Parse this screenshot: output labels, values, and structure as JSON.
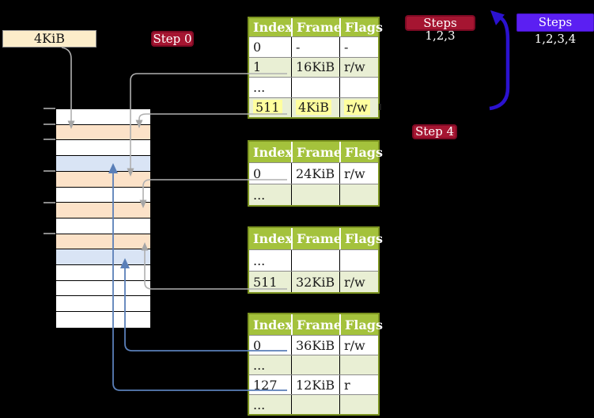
{
  "frame_label": {
    "text": "4KiB"
  },
  "badges": {
    "step0": {
      "text": "Step 0"
    },
    "steps123": {
      "text": "Steps 1,2,3"
    },
    "steps1234": {
      "text": "Steps 1,2,3,4"
    },
    "step4": {
      "text": "Step 4"
    }
  },
  "tables": [
    {
      "id": "page-table-1",
      "headers": [
        "Index",
        "Frame",
        "Flags"
      ],
      "rows": [
        {
          "index": "0",
          "frame": "-",
          "flags": "-",
          "shade": "off",
          "hl": "off"
        },
        {
          "index": "1",
          "frame": "16KiB",
          "flags": "r/w",
          "shade": "on",
          "hl": "off"
        },
        {
          "index": "...",
          "frame": "",
          "flags": "",
          "shade": "off",
          "hl": "off"
        },
        {
          "index": "511",
          "frame": "4KiB",
          "flags": "r/w",
          "shade": "on",
          "hl": "on"
        }
      ]
    },
    {
      "id": "page-table-2",
      "headers": [
        "Index",
        "Frame",
        "Flags"
      ],
      "rows": [
        {
          "index": "0",
          "frame": "24KiB",
          "flags": "r/w",
          "shade": "off",
          "hl": "off"
        },
        {
          "index": "...",
          "frame": "",
          "flags": "",
          "shade": "on",
          "hl": "off"
        }
      ]
    },
    {
      "id": "page-table-3",
      "headers": [
        "Index",
        "Frame",
        "Flags"
      ],
      "rows": [
        {
          "index": "...",
          "frame": "",
          "flags": "",
          "shade": "off",
          "hl": "off"
        },
        {
          "index": "511",
          "frame": "32KiB",
          "flags": "r/w",
          "shade": "on",
          "hl": "off"
        }
      ]
    },
    {
      "id": "page-table-4",
      "headers": [
        "Index",
        "Frame",
        "Flags"
      ],
      "rows": [
        {
          "index": "0",
          "frame": "36KiB",
          "flags": "r/w",
          "shade": "off",
          "hl": "off"
        },
        {
          "index": "...",
          "frame": "",
          "flags": "",
          "shade": "on",
          "hl": "off"
        },
        {
          "index": "127",
          "frame": "12KiB",
          "flags": "r",
          "shade": "off",
          "hl": "off"
        },
        {
          "index": "...",
          "frame": "",
          "flags": "",
          "shade": "on",
          "hl": "off"
        }
      ]
    }
  ],
  "memory_column": {
    "rows": [
      "white",
      "peach",
      "white",
      "blue",
      "peach",
      "white",
      "peach",
      "white",
      "peach",
      "blue",
      "white",
      "white",
      "white",
      "white"
    ],
    "tick_positions": [
      137,
      157,
      176,
      216,
      256,
      295
    ]
  },
  "colors": {
    "table_header_bg": "#a4c23c",
    "table_border": "#7c9420",
    "shaded_row": "#e9efd4",
    "highlight": "#ffff9e",
    "peach_frame": "#fce2c8",
    "blue_frame": "#d9e4f5",
    "frame_box_bg": "#fcedca",
    "red_badge": "#a51531",
    "purple_badge": "#5b1ff2",
    "gray_arrow": "#b0b0b0",
    "blue_arrow": "#5a7fb8",
    "recursive_arrow": "#2b12cf"
  }
}
